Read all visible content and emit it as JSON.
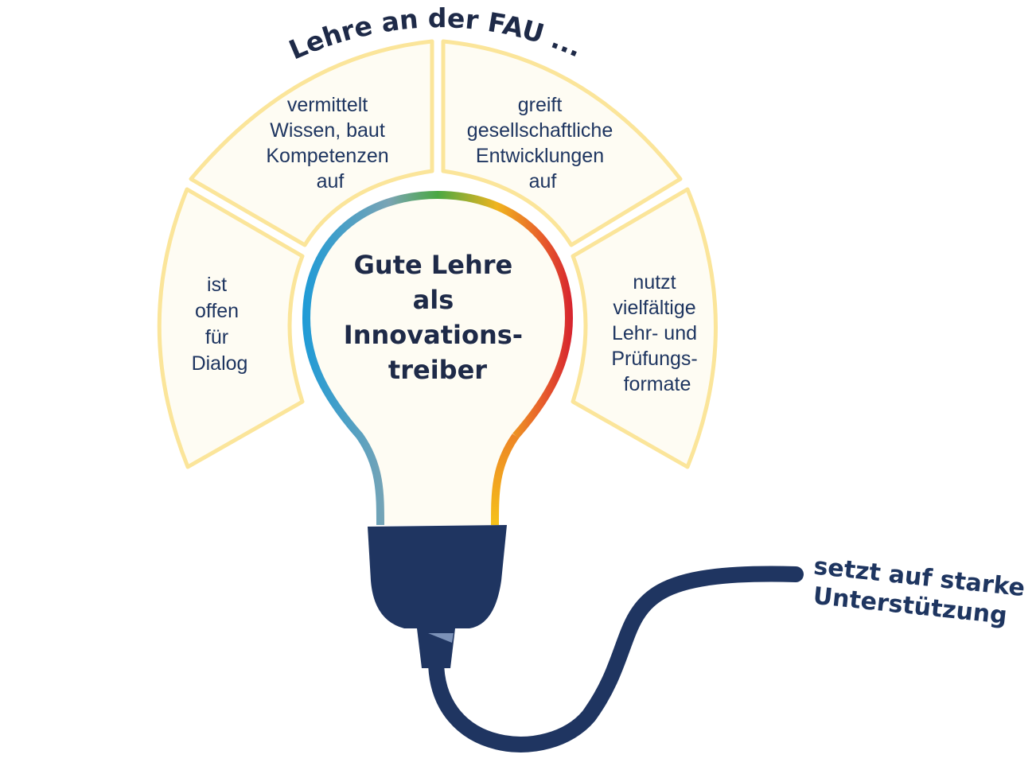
{
  "title": "Lehre an der FAU ...",
  "center": {
    "lines": [
      "Gute Lehre",
      "als",
      "Innovations-",
      "treiber"
    ]
  },
  "segments": [
    {
      "lines": [
        "ist",
        "offen",
        "für",
        "Dialog"
      ]
    },
    {
      "lines": [
        "vermittelt",
        "Wissen, baut",
        "Kompetenzen",
        "auf"
      ]
    },
    {
      "lines": [
        "greift",
        "gesellschaftliche",
        "Entwicklungen",
        "auf"
      ]
    },
    {
      "lines": [
        "nutzt",
        "vielfältige",
        "Lehr- und",
        "Prüfungs-",
        "formate"
      ]
    }
  ],
  "cable_label": {
    "lines": [
      "setzt auf starke",
      "Unterstützung"
    ]
  },
  "colors": {
    "segment_fill": "#fefcf3",
    "segment_stroke": "#fbe59a",
    "text": "#1e3560",
    "socket": "#1f3561",
    "gradient": [
      "#1e9bd7",
      "#7aa4b4",
      "#4aa843",
      "#f5b81c",
      "#e3302f",
      "#f5b81c"
    ]
  }
}
